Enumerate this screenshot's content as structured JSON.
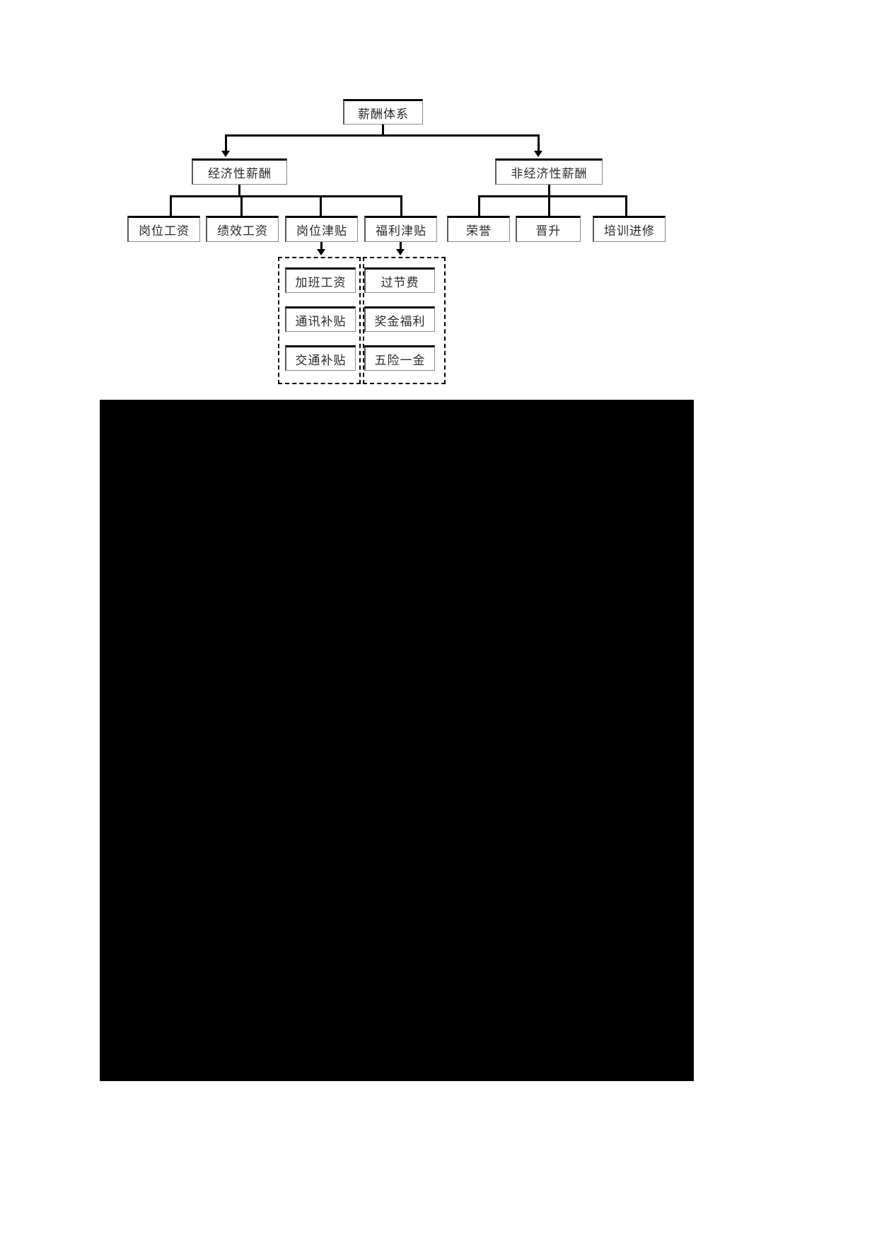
{
  "diagram": {
    "title": "薪酬体系",
    "root": {
      "label": "薪酬体系"
    },
    "level2": [
      {
        "label": "经济性薪酬"
      },
      {
        "label": "非经济性薪酬"
      }
    ],
    "economic_children": [
      {
        "label": "岗位工资"
      },
      {
        "label": "绩效工资"
      },
      {
        "label": "岗位津贴"
      },
      {
        "label": "福利津贴"
      }
    ],
    "noneconomic_children": [
      {
        "label": "荣誉"
      },
      {
        "label": "晋升"
      },
      {
        "label": "培训进修"
      }
    ],
    "allowance_group": {
      "parent": "岗位津贴",
      "items": [
        {
          "label": "加班工资"
        },
        {
          "label": "通讯补贴"
        },
        {
          "label": "交通补贴"
        }
      ]
    },
    "welfare_group": {
      "parent": "福利津贴",
      "items": [
        {
          "label": "过节费"
        },
        {
          "label": "奖金福利"
        },
        {
          "label": "五险一金"
        }
      ]
    }
  },
  "colors": {
    "line": "#000000",
    "box_border": "#8a8a8a",
    "box_top": "#000000",
    "text": "#2b2b2b",
    "black_block": "#000000",
    "page_background": "#ffffff"
  },
  "black_region": {
    "label": ""
  }
}
